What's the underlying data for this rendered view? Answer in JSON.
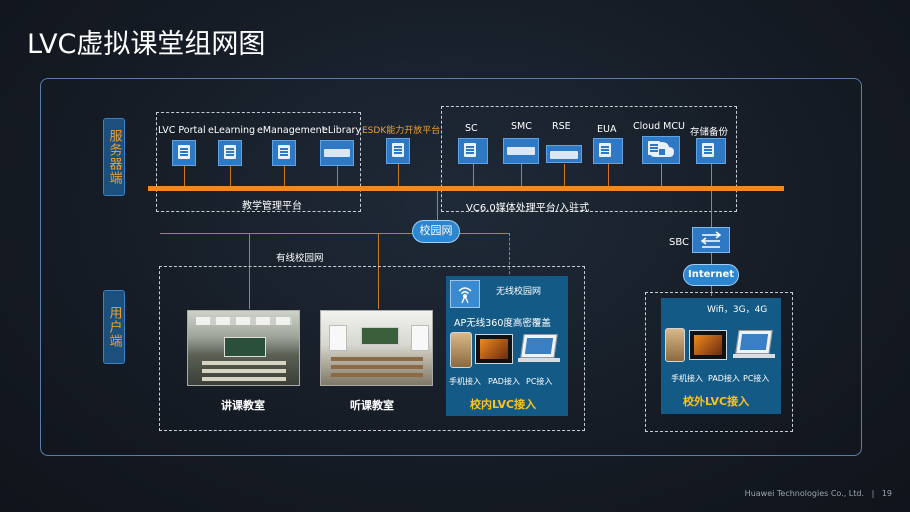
{
  "title": "LVC虚拟课堂组网图",
  "side_labels": {
    "server": "服务器端",
    "user": "用户端"
  },
  "servers": [
    {
      "label": "LVC Portal",
      "icon": "server-icon"
    },
    {
      "label": "eLearning",
      "icon": "server-icon"
    },
    {
      "label": "eManagement",
      "icon": "server-icon"
    },
    {
      "label": "eLibrary",
      "icon": "rack-server-icon"
    },
    {
      "label": "ESDK能力开放平台",
      "icon": "server-icon"
    },
    {
      "label": "SC",
      "icon": "server-icon"
    },
    {
      "label": "SMC",
      "icon": "rack-server-icon"
    },
    {
      "label": "RSE",
      "icon": "rack-server-icon"
    },
    {
      "label": "EUA",
      "icon": "server-icon"
    },
    {
      "label": "Cloud MCU",
      "icon": "cloud-server-icon"
    },
    {
      "label": "存储备份",
      "icon": "server-icon"
    }
  ],
  "platforms": {
    "teaching": "教学管理平台",
    "media": "VC6.0媒体处理平台/入驻式"
  },
  "campus_network": "校园网",
  "wired_network": "有线校园网",
  "sbc": "SBC",
  "internet": "Internet",
  "rooms": {
    "lecture": "讲课教室",
    "listening": "听课教室"
  },
  "wireless": {
    "title": "无线校园网",
    "coverage": "AP无线360度高密覆盖",
    "devices": [
      "手机接入",
      "PAD接入",
      "PC接入"
    ],
    "access": "校内LVC接入"
  },
  "external": {
    "title": "Wifi，3G，4G",
    "devices": [
      "手机接入",
      "PAD接入",
      "PC接入"
    ],
    "access": "校外LVC接入"
  },
  "footer": {
    "company": "Huawei Technologies Co., Ltd.",
    "separator": "|",
    "page": "19"
  }
}
